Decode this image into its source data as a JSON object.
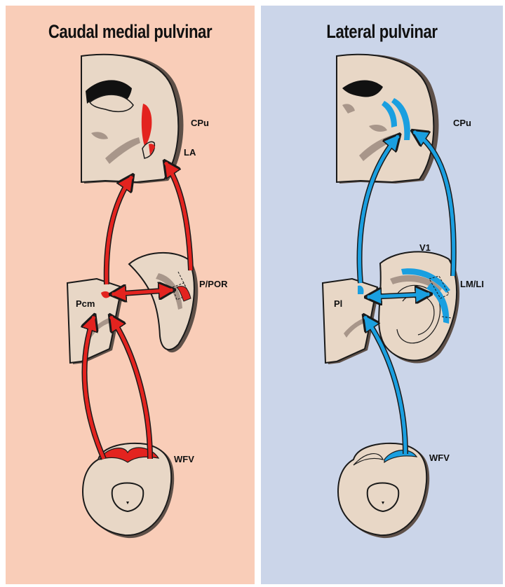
{
  "colors": {
    "left_bg": "#f9cdb8",
    "right_bg": "#cbd5e9",
    "red_pathway": "#e3231f",
    "blue_pathway": "#1a9fe0",
    "tissue": "#e8d7c6"
  },
  "left": {
    "title": "Caudal medial pulvinar",
    "labels": {
      "cpu": "CPu",
      "la": "LA",
      "p_por": "P/POR",
      "pcm": "Pcm",
      "wfv": "WFV"
    }
  },
  "right": {
    "title": "Lateral pulvinar",
    "labels": {
      "cpu": "CPu",
      "v1": "V1",
      "lm_li": "LM/LI",
      "pl": "Pl",
      "wfv": "WFV"
    }
  }
}
